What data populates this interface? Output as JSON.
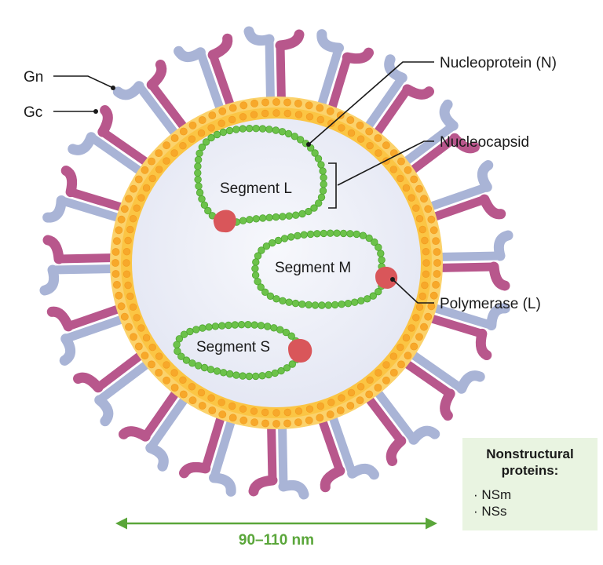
{
  "labels": {
    "gn": "Gn",
    "gc": "Gc",
    "nucleoprotein": "Nucleoprotein (N)",
    "nucleocapsid": "Nucleocapsid",
    "polymerase": "Polymerase (L)",
    "segment_l": "Segment L",
    "segment_m": "Segment M",
    "segment_s": "Segment S"
  },
  "nonstructural": {
    "title_line1": "Nonstructural",
    "title_line2": "proteins:",
    "items": [
      "· NSm",
      "· NSs"
    ]
  },
  "dimension": "90–110 nm",
  "colors": {
    "envelope_outer": "#fbc544",
    "envelope_bead": "#f7a82a",
    "core": "#eceef8",
    "gn": "#b8578c",
    "gc": "#a9b4d6",
    "nucleoprotein": "#6cc24a",
    "polymerase": "#d9565a",
    "arrow": "#5aa63a",
    "ns_box": "#e9f4e1"
  }
}
